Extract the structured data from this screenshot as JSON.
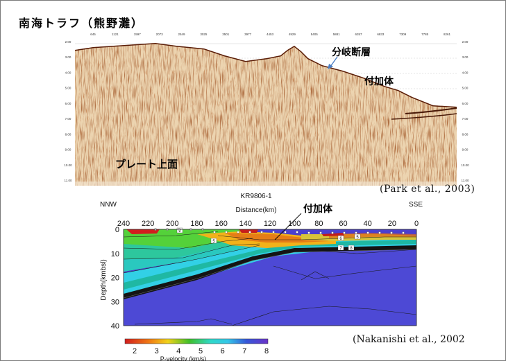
{
  "title": "南海トラフ（熊野灘）",
  "seismic": {
    "trace_numbers": [
      "645",
      "1121",
      "1597",
      "2073",
      "2549",
      "3025",
      "3501",
      "3977",
      "4453",
      "4929",
      "5405",
      "5881",
      "6357",
      "6833",
      "7309",
      "7785",
      "8261"
    ],
    "depth_ticks": [
      "2.00",
      "3.00",
      "4.00",
      "5.00",
      "6.00",
      "7.00",
      "8.00",
      "9.00",
      "10.00",
      "11.00"
    ],
    "label_splay_fault": "分岐断層",
    "label_accretionary": "付加体",
    "label_plate_top": "プレート上面",
    "citation": "(Park et al., 2003)"
  },
  "velocity_section": {
    "line_name": "KR9806-1",
    "dir_left": "NNW",
    "dir_right": "SSE",
    "xlabel": "Distance(km)",
    "ylabel": "Depth(kmbsl)",
    "x_ticks": [
      "240",
      "220",
      "200",
      "180",
      "160",
      "140",
      "120",
      "100",
      "80",
      "60",
      "40",
      "20",
      "0"
    ],
    "y_ticks": [
      "0",
      "10",
      "20",
      "30",
      "40"
    ],
    "label_accretionary": "付加体",
    "contour_labels": [
      "2",
      "5",
      "6",
      "5",
      "7",
      "8"
    ],
    "colorbar_ticks": [
      "2",
      "3",
      "4",
      "5",
      "6",
      "7",
      "8"
    ],
    "colorbar_label": "P-velocity (km/s)",
    "citation": "(Nakanishi et al., 2002"
  },
  "colors": {
    "seismic_bg": "#e9cfa9",
    "seismic_dark": "#7a2d12",
    "arrow": "#4d7fc4",
    "slab": "#1a1a1a",
    "mantle": "#3a4fd6"
  }
}
